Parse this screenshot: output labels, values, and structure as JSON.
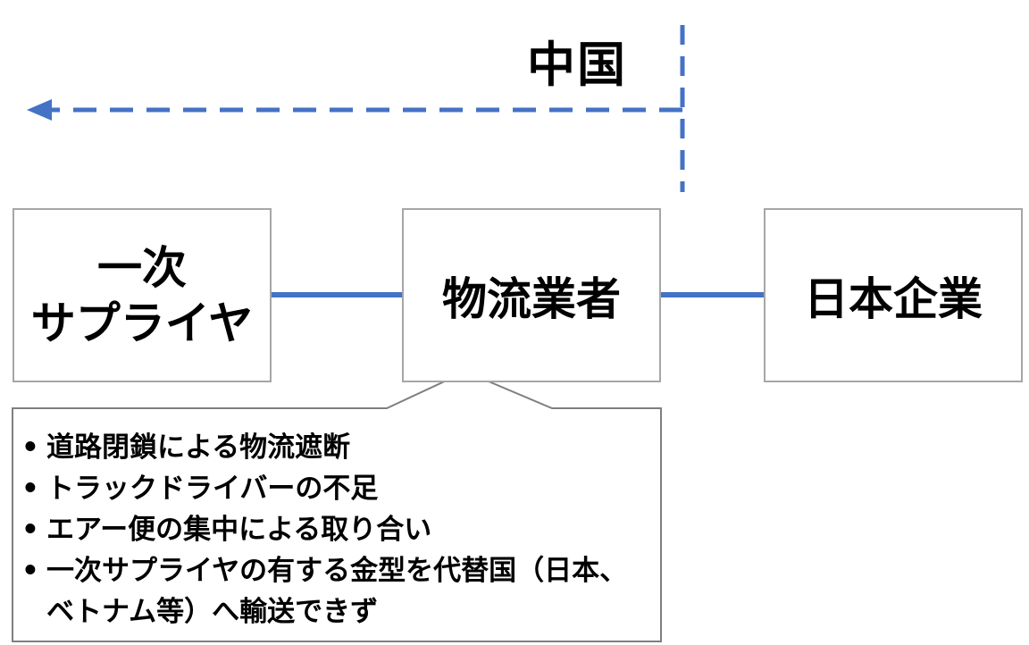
{
  "colors": {
    "connector": "#4472c4",
    "box_border": "#a6a6a6",
    "callout_border": "#7f7f7f"
  },
  "region": {
    "label": "中国"
  },
  "nodes": {
    "supplier": {
      "line1": "一次",
      "line2": "サプライヤ"
    },
    "logistics": {
      "label": "物流業者"
    },
    "japan": {
      "label": "日本企業"
    }
  },
  "callout": {
    "items": [
      "道路閉鎖による物流遮断",
      "トラックドライバーの不足",
      "エアー便の集中による取り合い",
      "一次サプライヤの有する金型を代替国（日本、ベトナム等）へ輸送できず"
    ]
  }
}
